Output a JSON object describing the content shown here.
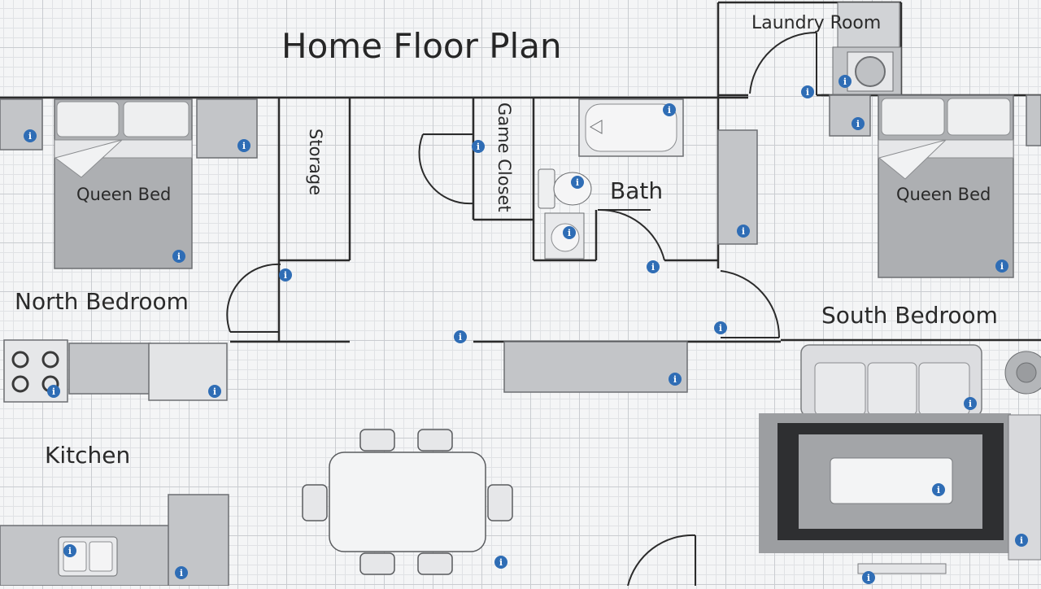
{
  "title": "Home Floor Plan",
  "rooms": {
    "laundry": "Laundry Room",
    "north_bedroom": "North Bedroom",
    "south_bedroom": "South Bedroom",
    "kitchen": "Kitchen",
    "bath": "Bath",
    "storage": "Storage",
    "game_closet": "Game Closet"
  },
  "furniture": {
    "bed_north": "Queen Bed",
    "bed_south": "Queen Bed"
  },
  "icons": {
    "info": "info-icon"
  },
  "colors": {
    "wall": "#2b2b2b",
    "furniture_fill": "#bdbfc2",
    "bed_fill": "#aeb0b3",
    "info_badge": "#2f6db5"
  }
}
